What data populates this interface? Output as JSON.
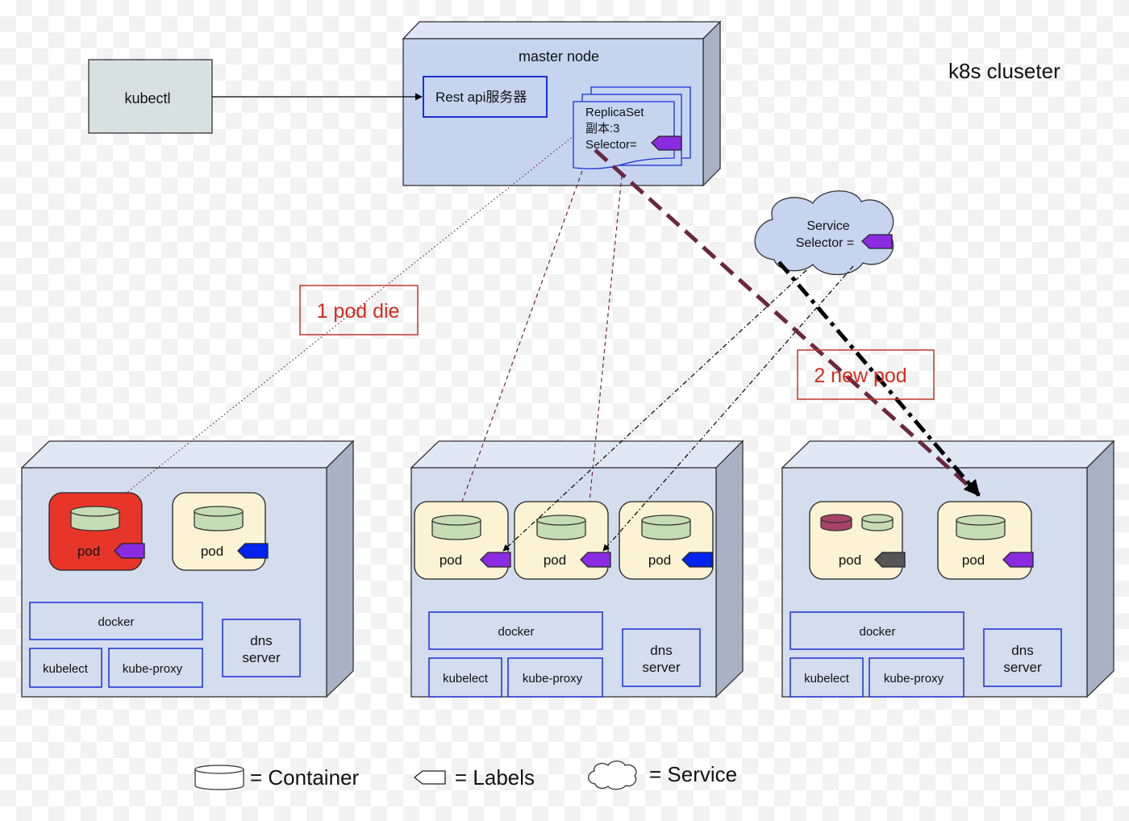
{
  "cluster": {
    "title": "k8s cluseter"
  },
  "kubectl": {
    "label": "kubectl"
  },
  "master": {
    "title": "master node",
    "rest_api": "Rest api服务器",
    "replicaset": {
      "line1": "ReplicaSet",
      "line2": "副本:3",
      "line3": "Selector="
    }
  },
  "service": {
    "line1": "Service",
    "line2": "Selector ="
  },
  "annotations": {
    "pod_die": "1 pod die",
    "new_pod": "2 new pod"
  },
  "nodes": [
    {
      "pods": [
        {
          "label": "pod",
          "dead": true,
          "label_color": "#8a2be2"
        },
        {
          "label": "pod",
          "dead": false,
          "label_color": "#0022ee"
        }
      ],
      "docker": "docker",
      "kubelect": "kubelect",
      "kube_proxy": "kube-proxy",
      "dns_line1": "dns",
      "dns_line2": "server"
    },
    {
      "pods": [
        {
          "label": "pod",
          "dead": false,
          "label_color": "#8a2be2"
        },
        {
          "label": "pod",
          "dead": false,
          "label_color": "#8a2be2"
        },
        {
          "label": "pod",
          "dead": false,
          "label_color": "#0022ee"
        }
      ],
      "docker": "docker",
      "kubelect": "kubelect",
      "kube_proxy": "kube-proxy",
      "dns_line1": "dns",
      "dns_line2": "server"
    },
    {
      "pods": [
        {
          "label": "pod",
          "dead": false,
          "label_color": "#555555"
        },
        {
          "label": "pod",
          "dead": false,
          "label_color": "#8a2be2"
        }
      ],
      "docker": "docker",
      "kubelect": "kubelect",
      "kube_proxy": "kube-proxy",
      "dns_line1": "dns",
      "dns_line2": "server"
    }
  ],
  "legend": {
    "container": "= Container",
    "labels": "= Labels",
    "service": "= Service"
  },
  "colors": {
    "node_fill": "#d3ddee",
    "master_fill": "#c6d4f0",
    "pod_fill": "#fbf3d4",
    "pod_dead": "#e8352a",
    "container_fill": "#c6dcb5",
    "border_blue": "#1a2fd6",
    "label_purple": "#8a2be2",
    "annotation_red": "#d62a1e",
    "dashed_maroon": "#6b2740"
  }
}
